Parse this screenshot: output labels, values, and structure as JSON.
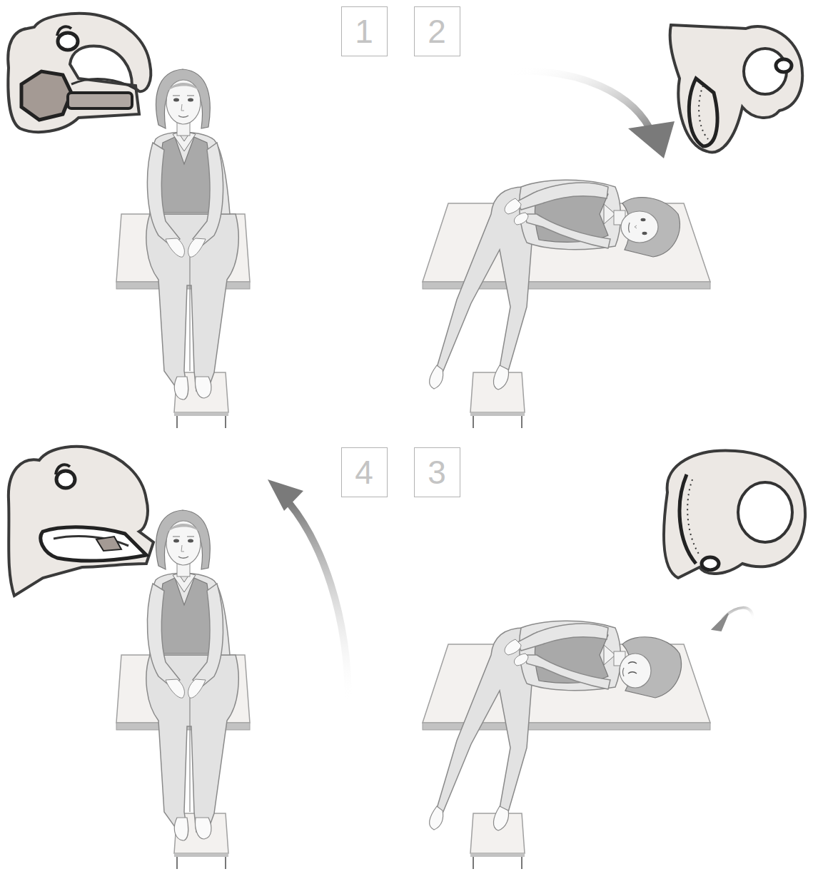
{
  "diagram": {
    "nodes": [
      {
        "text": [
          "1"
        ]
      },
      {
        "text": [
          "2"
        ]
      },
      {
        "text": [
          "4"
        ]
      },
      {
        "text": [
          "3"
        ]
      }
    ]
  }
}
